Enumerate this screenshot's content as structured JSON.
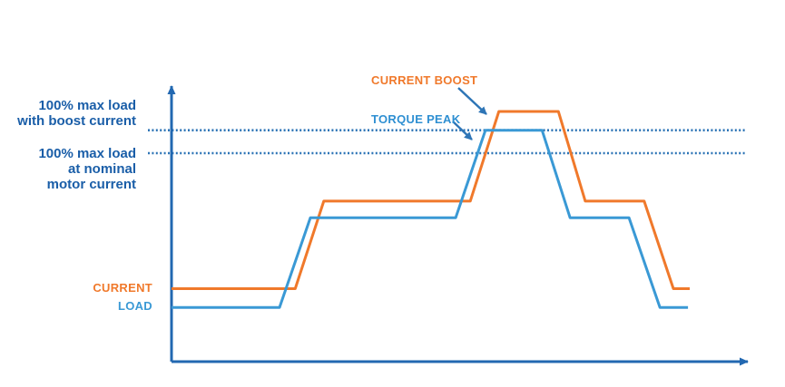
{
  "colors": {
    "orange": "#F0792B",
    "blue-light": "#3A99D5",
    "blue-mid": "#2E8FD2",
    "blue-dark": "#1A5EA8",
    "axis-blue": "#2268B1",
    "ref-blue": "#2E75B6"
  },
  "left_labels": {
    "boost": [
      "100% max load",
      "with boost current"
    ],
    "nominal": [
      "100% max load",
      "at nominal",
      "motor current"
    ]
  },
  "series_labels": {
    "current": "CURRENT",
    "load": "LOAD"
  },
  "chart_data": {
    "type": "line",
    "title": "",
    "xlabel": "",
    "ylabel": "",
    "x_unit": "time (arbitrary units)",
    "y_unit": "percent of nominal max load",
    "xlim": [
      0,
      10
    ],
    "ylim": [
      0,
      135
    ],
    "grid": false,
    "legend_position": "left-of-lines",
    "series": [
      {
        "name": "CURRENT",
        "color": "#F0792B",
        "points": [
          [
            0,
            35
          ],
          [
            2.12,
            35
          ],
          [
            2.61,
            77
          ],
          [
            5.12,
            77
          ],
          [
            5.61,
            120
          ],
          [
            6.63,
            120
          ],
          [
            7.09,
            77
          ],
          [
            8.1,
            77
          ],
          [
            8.6,
            35
          ],
          [
            8.88,
            35
          ]
        ]
      },
      {
        "name": "LOAD",
        "color": "#3A99D5",
        "points": [
          [
            0,
            26
          ],
          [
            1.85,
            26
          ],
          [
            2.38,
            69
          ],
          [
            4.87,
            69
          ],
          [
            5.38,
            111
          ],
          [
            6.35,
            111
          ],
          [
            6.83,
            69
          ],
          [
            7.84,
            69
          ],
          [
            8.37,
            26
          ],
          [
            8.85,
            26
          ]
        ]
      }
    ],
    "reference_lines": [
      {
        "label": "100% max load with boost current",
        "y": 111,
        "style": "dotted",
        "color": "#2E75B6"
      },
      {
        "label": "100% max load at nominal motor current",
        "y": 100,
        "style": "dotted",
        "color": "#2E75B6"
      }
    ],
    "annotations": [
      {
        "label": "CURRENT BOOST",
        "color": "#F0792B",
        "points_to": "rising edge of CURRENT series peak"
      },
      {
        "label": "TORQUE PEAK",
        "color": "#2E8FD2",
        "points_to": "rising edge of LOAD series peak"
      }
    ]
  }
}
